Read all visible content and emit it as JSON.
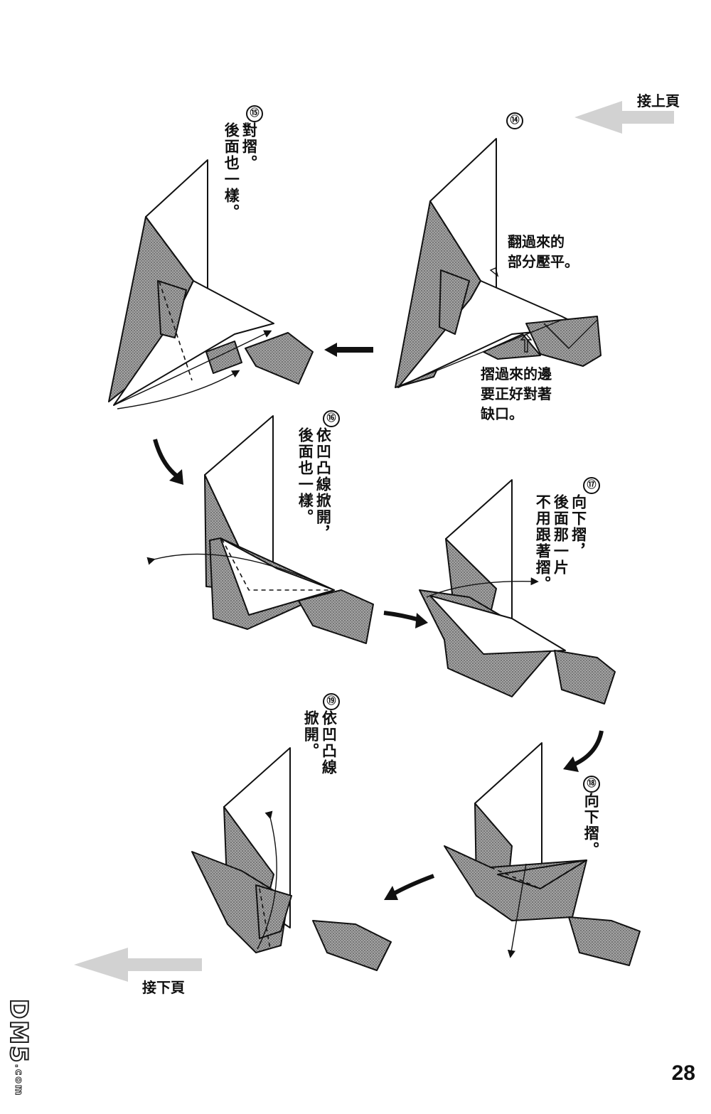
{
  "nav": {
    "prev_label": "接上頁",
    "next_label": "接下頁",
    "arrow_color": "#d0d0d0"
  },
  "page_number": "28",
  "watermark": {
    "text": "DM5",
    "sub": ".com"
  },
  "steps": [
    {
      "number": "⑭",
      "text": ""
    },
    {
      "number": "⑮",
      "text": "對摺。\n後面也一樣。"
    },
    {
      "number": "⑯",
      "text": "依凹凸線掀開，\n後面也一樣。"
    },
    {
      "number": "⑰",
      "text": "向下摺，\n後面那一片\n不用跟著摺。"
    },
    {
      "number": "⑱",
      "text": "向下摺。"
    },
    {
      "number": "⑲",
      "text": "依凹凸線\n掀開。"
    }
  ],
  "notes": {
    "flatten": "翻過來的\n部分壓平。",
    "align": "摺過來的邊\n要正好對著\n缺口。"
  },
  "colors": {
    "paper_shade": "#8a8a8a",
    "ink": "#111111"
  }
}
